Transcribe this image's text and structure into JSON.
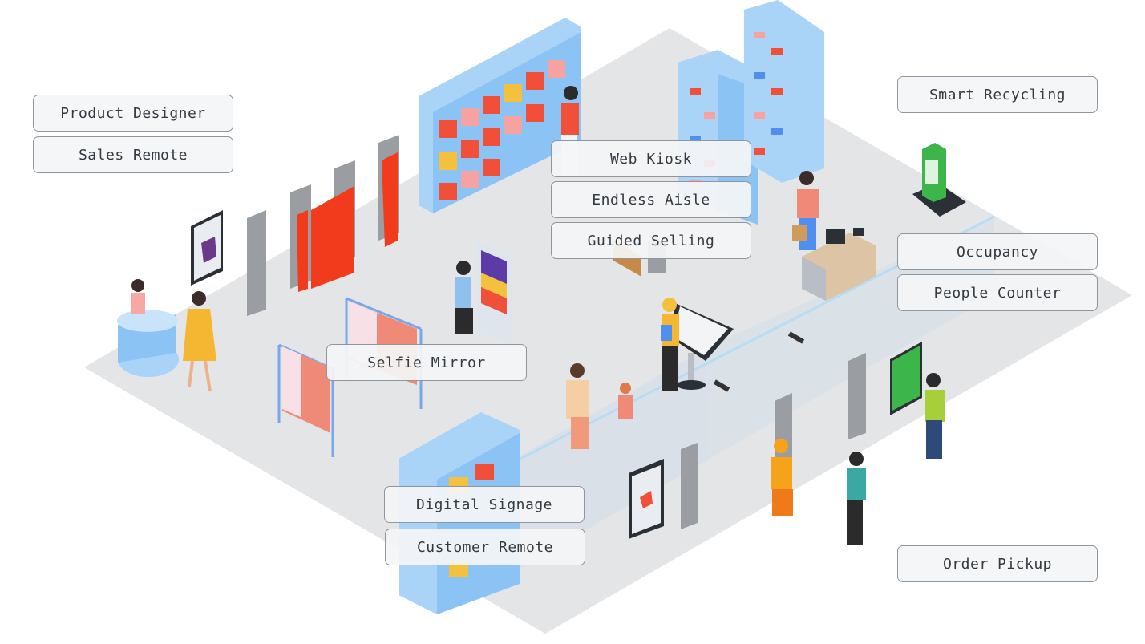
{
  "labels": {
    "product_designer": "Product Designer",
    "sales_remote": "Sales Remote",
    "web_kiosk": "Web Kiosk",
    "endless_aisle": "Endless Aisle",
    "guided_selling": "Guided Selling",
    "smart_recycling": "Smart Recycling",
    "occupancy": "Occupancy",
    "people_counter": "People Counter",
    "selfie_mirror": "Selfie Mirror",
    "digital_signage": "Digital Signage",
    "customer_remote": "Customer Remote",
    "order_pickup": "Order Pickup"
  },
  "colors": {
    "floor": "#e4e5e7",
    "wall_glass": "#cfdde7",
    "shelf_blue": "#8cc3f5",
    "product_red": "#f0503a",
    "curtain_red": "#f23a1d",
    "screen_green": "#3cb54a",
    "counter_wood": "#c8884a",
    "label_bg": "#f4f5f6",
    "label_border": "#8f969c",
    "label_text": "#333a40"
  }
}
